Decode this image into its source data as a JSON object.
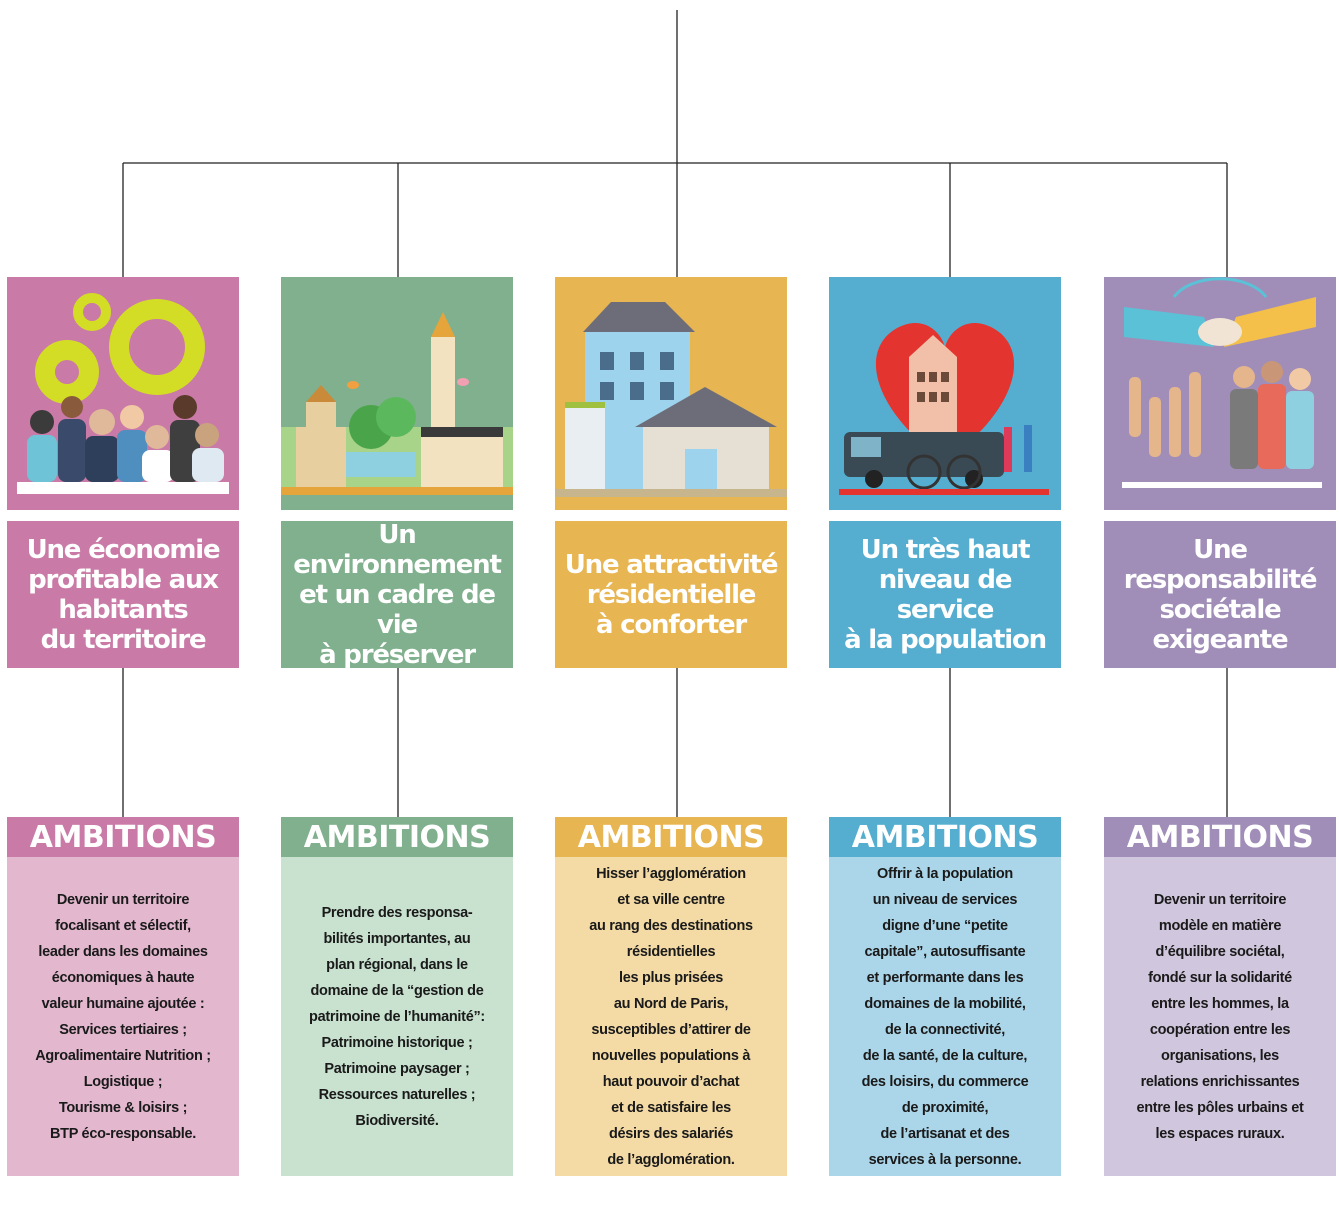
{
  "columns": [
    {
      "title": "Une économie\nprofitable aux\nhabitants\ndu territoire",
      "illustration_icon": "gears-people-icon",
      "ambitions_label": "AMBITIONS",
      "ambitions_text": "Devenir un territoire\nfocalisant et sélectif,\nleader dans les domaines\néconomiques à haute\nvaleur humaine ajoutée :\nServices tertiaires ;\nAgroalimentaire Nutrition ;\nLogistique ;\nTourisme & loisirs ;\nBTP éco-responsable.",
      "colors": {
        "main": "#c97aa6",
        "light": "#e3b8cf"
      }
    },
    {
      "title": "Un environnement\net un cadre de vie\nà préserver",
      "illustration_icon": "city-heritage-icon",
      "ambitions_label": "AMBITIONS",
      "ambitions_text": "Prendre des responsa-\nbilités importantes, au\nplan régional, dans le\ndomaine de la “gestion de\npatrimoine de l’humanité”:\nPatrimoine historique ;\nPatrimoine paysager ;\nRessources naturelles ;\nBiodiversité.",
      "colors": {
        "main": "#80b08d",
        "light": "#c8e2cf"
      }
    },
    {
      "title": "Une attractivité\nrésidentielle\nà conforter",
      "illustration_icon": "residential-buildings-icon",
      "ambitions_label": "AMBITIONS",
      "ambitions_text": "Hisser l’agglomération\net sa ville centre\nau rang des destinations\nrésidentielles\nles plus prisées\nau Nord de Paris,\nsusceptibles d’attirer de\nnouvelles populations à\nhaut pouvoir d’achat\net de satisfaire les\ndésirs des salariés\nde l’agglomération.",
      "colors": {
        "main": "#e7b552",
        "light": "#f4dba6"
      }
    },
    {
      "title": "Un très haut\nniveau de service\nà la population",
      "illustration_icon": "heart-city-services-icon",
      "ambitions_label": "AMBITIONS",
      "ambitions_text": "Offrir à la population\nun niveau de services\ndigne d’une “petite\ncapitale”, autosuffisante\net performante dans les\ndomaines de la mobilité,\nde la connectivité,\nde la santé, de la culture,\ndes loisirs, du commerce\nde proximité,\nde l’artisanat et des\nservices à la personne.",
      "colors": {
        "main": "#55aecf",
        "light": "#abd5e8"
      }
    },
    {
      "title": "Une responsabilité\nsociétale\nexigeante",
      "illustration_icon": "handshake-hands-icon",
      "ambitions_label": "AMBITIONS",
      "ambitions_text": "Devenir un territoire\nmodèle en matière\nd’équilibre sociétal,\nfondé sur la solidarité\nentre les hommes, la\ncoopération entre les\norganisations, les\nrelations enrichissantes\nentre les pôles urbains et\nles espaces ruraux.",
      "colors": {
        "main": "#a08eb8",
        "light": "#d0c6dd"
      }
    }
  ]
}
